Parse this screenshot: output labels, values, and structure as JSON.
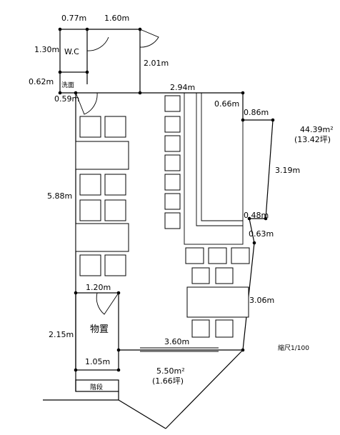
{
  "dimensions": {
    "wc_width": "0.77m",
    "corridor_top": "1.60m",
    "wc_height": "1.30m",
    "right_drop": "2.01m",
    "sink_height": "0.62m",
    "door_width": "0.59m",
    "counter_top": "2.94m",
    "counter_inner": "0.66m",
    "right_top": "0.86m",
    "right_side": "3.19m",
    "left_side": "5.88m",
    "notch_w": "0.48m",
    "notch_h": "0.63m",
    "storage_top": "1.20m",
    "storage_side": "2.15m",
    "lower_right": "3.06m",
    "front_width": "3.60m",
    "storage_bottom": "1.05m"
  },
  "labels": {
    "wc": "W.C",
    "sink": "洗面",
    "storage": "物置",
    "stairs": "階段",
    "scale": "縮尺1/100"
  },
  "areas": {
    "total_m2": "44.39m²",
    "total_tsubo": "(13.42坪)",
    "terrace_m2": "5.50m²",
    "terrace_tsubo": "(1.66坪)"
  }
}
